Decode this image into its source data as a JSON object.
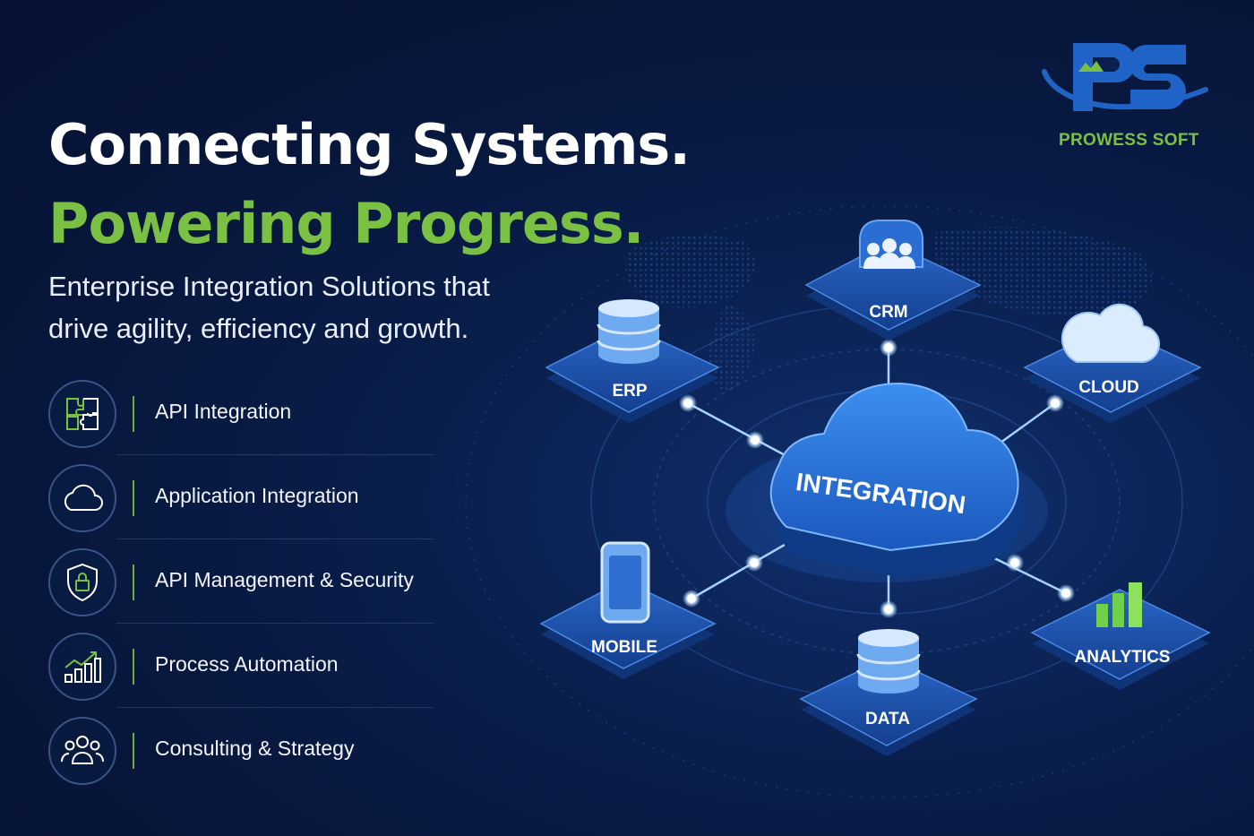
{
  "hero": {
    "line1": "Connecting Systems.",
    "line2": "Powering Progress."
  },
  "subtitle": {
    "line1": "Enterprise Integration Solutions that",
    "line2": "drive agility, efficiency and growth."
  },
  "features": [
    {
      "label": "API Integration",
      "icon": "puzzle-icon"
    },
    {
      "label": "Application Integration",
      "icon": "cloud-icon"
    },
    {
      "label": "API Management & Security",
      "icon": "shield-lock-icon"
    },
    {
      "label": "Process Automation",
      "icon": "growth-chart-icon"
    },
    {
      "label": "Consulting & Strategy",
      "icon": "people-icon"
    }
  ],
  "brand": {
    "logo_text": "PS",
    "name": "PROWESS SOFT"
  },
  "diagram": {
    "hub_label": "INTEGRATION",
    "nodes": {
      "crm": "CRM",
      "erp": "ERP",
      "cloud": "CLOUD",
      "mobile": "MOBILE",
      "data": "DATA",
      "analytics": "ANALYTICS"
    }
  },
  "colors": {
    "background": "#0a1f4d",
    "accent_green": "#7ac143",
    "accent_blue": "#1f63c6",
    "tile": "#1d4fa6"
  }
}
